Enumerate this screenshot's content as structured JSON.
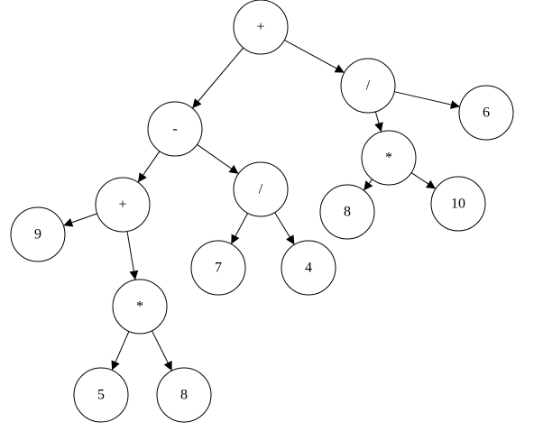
{
  "diagram": {
    "type": "expression-tree",
    "colors": {
      "line": "#000000",
      "node_fill": "#ffffff"
    },
    "nodes": [
      {
        "id": "n1",
        "label": "+"
      },
      {
        "id": "n2",
        "label": "-"
      },
      {
        "id": "n3",
        "label": "/"
      },
      {
        "id": "n4",
        "label": "6"
      },
      {
        "id": "n5",
        "label": "+"
      },
      {
        "id": "n6",
        "label": "/"
      },
      {
        "id": "n7",
        "label": "*"
      },
      {
        "id": "n8",
        "label": "9"
      },
      {
        "id": "n9",
        "label": "*"
      },
      {
        "id": "n10",
        "label": "7"
      },
      {
        "id": "n11",
        "label": "4"
      },
      {
        "id": "n12",
        "label": "8"
      },
      {
        "id": "n13",
        "label": "10"
      },
      {
        "id": "n14",
        "label": "5"
      },
      {
        "id": "n15",
        "label": "8"
      }
    ],
    "edges": [
      {
        "from": "n1",
        "to": "n2"
      },
      {
        "from": "n1",
        "to": "n3"
      },
      {
        "from": "n3",
        "to": "n7"
      },
      {
        "from": "n3",
        "to": "n4"
      },
      {
        "from": "n2",
        "to": "n5"
      },
      {
        "from": "n2",
        "to": "n6"
      },
      {
        "from": "n7",
        "to": "n12"
      },
      {
        "from": "n7",
        "to": "n13"
      },
      {
        "from": "n5",
        "to": "n8"
      },
      {
        "from": "n5",
        "to": "n9"
      },
      {
        "from": "n6",
        "to": "n10"
      },
      {
        "from": "n6",
        "to": "n11"
      },
      {
        "from": "n9",
        "to": "n14"
      },
      {
        "from": "n9",
        "to": "n15"
      }
    ]
  }
}
